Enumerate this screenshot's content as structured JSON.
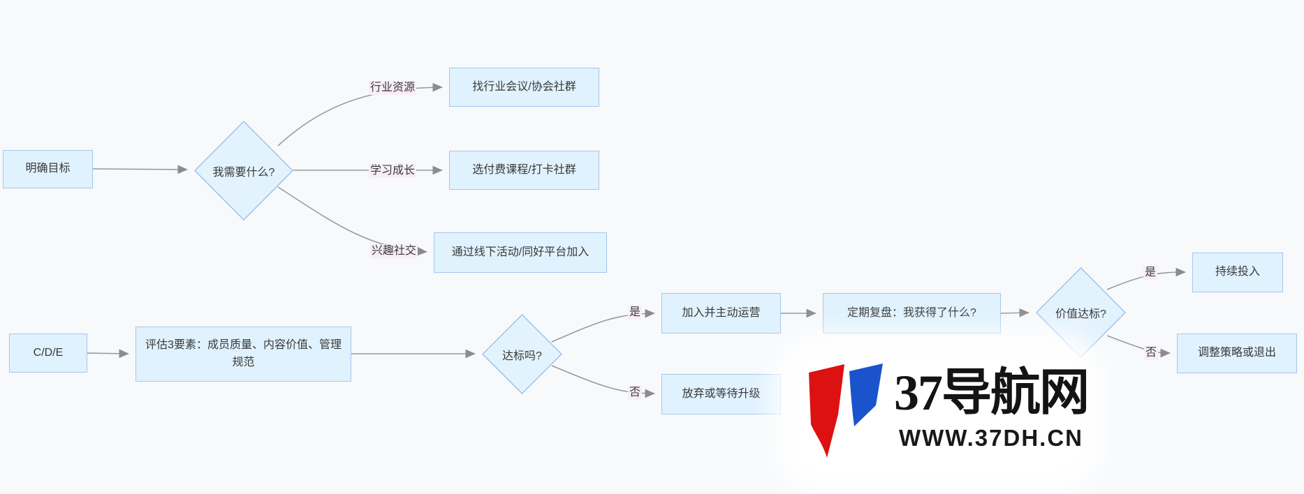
{
  "flowchart": {
    "nodes": [
      {
        "id": "A",
        "type": "rect",
        "label": "明确目标"
      },
      {
        "id": "B",
        "type": "diamond",
        "label": "我需要什么?"
      },
      {
        "id": "C1",
        "type": "rect",
        "label": "找行业会议/协会社群"
      },
      {
        "id": "C2",
        "type": "rect",
        "label": "选付费课程/打卡社群"
      },
      {
        "id": "C3",
        "type": "rect",
        "label": "通过线下活动/同好平台加入"
      },
      {
        "id": "D",
        "type": "rect",
        "label": "C/D/E"
      },
      {
        "id": "E",
        "type": "rect",
        "label": "评估3要素：成员质量、内容价值、管理规范"
      },
      {
        "id": "F",
        "type": "diamond",
        "label": "达标吗?"
      },
      {
        "id": "G",
        "type": "rect",
        "label": "加入并主动运营"
      },
      {
        "id": "H",
        "type": "rect",
        "label": "定期复盘：我获得了什么?"
      },
      {
        "id": "I",
        "type": "diamond",
        "label": "价值达标?"
      },
      {
        "id": "J",
        "type": "rect",
        "label": "持续投入"
      },
      {
        "id": "K",
        "type": "rect",
        "label": "调整策略或退出"
      },
      {
        "id": "L",
        "type": "rect",
        "label": "放弃或等待升级"
      }
    ],
    "edge_labels": [
      {
        "text": "行业资源"
      },
      {
        "text": "学习成长"
      },
      {
        "text": "兴趣社交"
      },
      {
        "text": "是"
      },
      {
        "text": "否"
      },
      {
        "text": "是"
      },
      {
        "text": "否"
      }
    ],
    "colors": {
      "node_fill": "#e0f2fe",
      "node_border": "#a5c7ee",
      "edge": "#999999",
      "edge_label_bg": "#f8eef9",
      "text": "#383838"
    }
  },
  "watermark": {
    "title": "37导航网",
    "url": "WWW.37DH.CN",
    "logo_red": "#dd1111",
    "logo_blue": "#1a53cc"
  }
}
